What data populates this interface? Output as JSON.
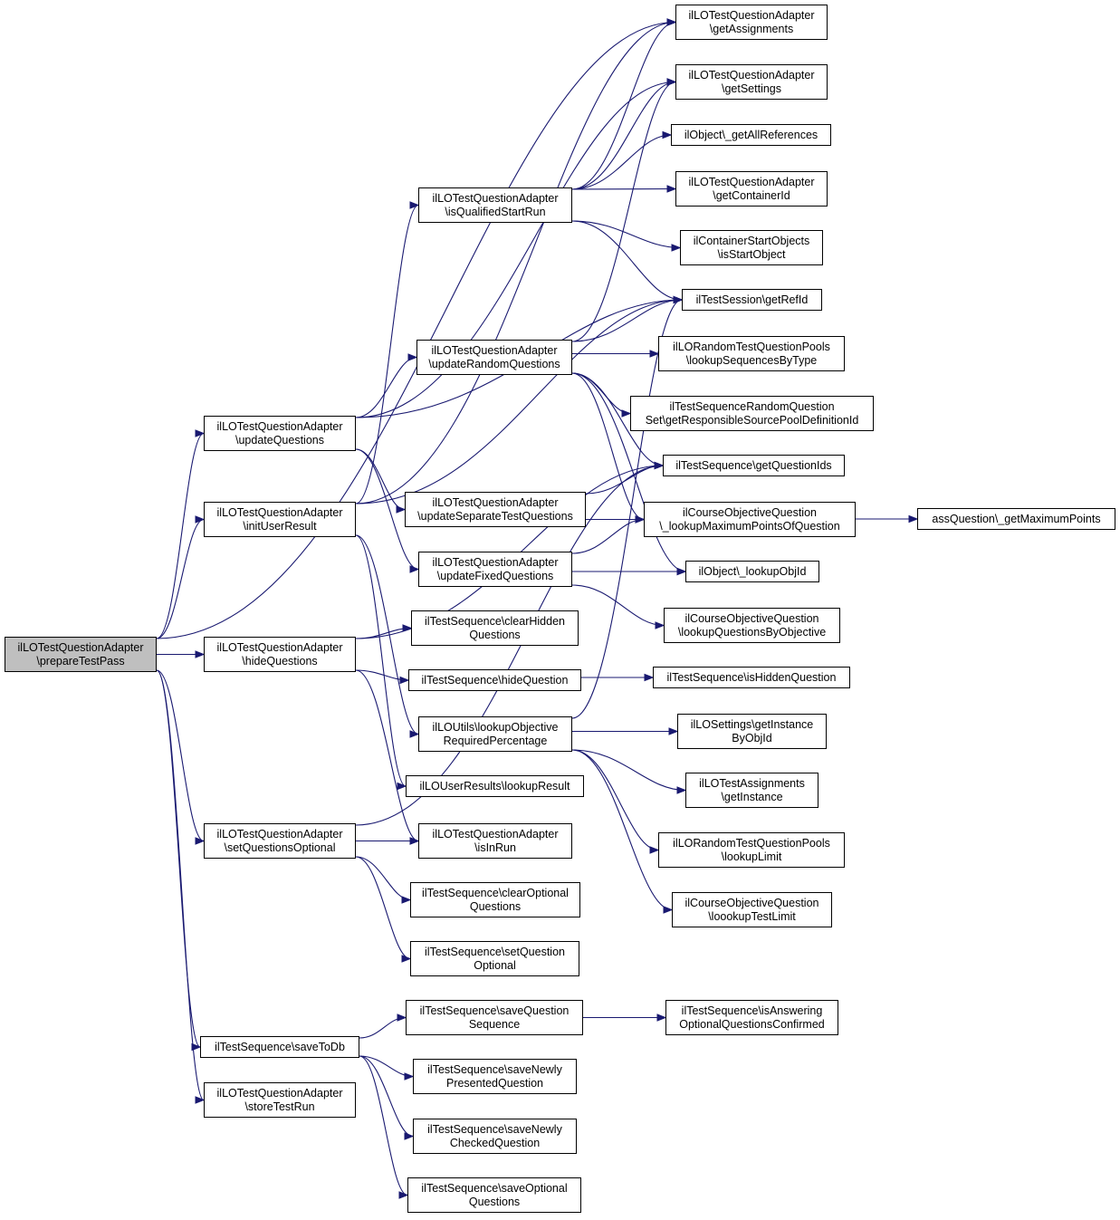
{
  "colors": {
    "edge": "#191970",
    "root_fill": "#bfbfbf",
    "node_fill": "#ffffff",
    "border": "#000000"
  },
  "nodes": {
    "prepareTestPass": {
      "lines": [
        "ilLOTestQuestionAdapter",
        "\\prepareTestPass"
      ],
      "root": true
    },
    "updateQuestions": {
      "lines": [
        "ilLOTestQuestionAdapter",
        "\\updateQuestions"
      ]
    },
    "initUserResult": {
      "lines": [
        "ilLOTestQuestionAdapter",
        "\\initUserResult"
      ]
    },
    "hideQuestions": {
      "lines": [
        "ilLOTestQuestionAdapter",
        "\\hideQuestions"
      ]
    },
    "setQuestionsOptional": {
      "lines": [
        "ilLOTestQuestionAdapter",
        "\\setQuestionsOptional"
      ]
    },
    "saveToDb": {
      "lines": [
        "ilTestSequence\\saveToDb"
      ]
    },
    "storeTestRun": {
      "lines": [
        "ilLOTestQuestionAdapter",
        "\\storeTestRun"
      ]
    },
    "isQualifiedStartRun": {
      "lines": [
        "ilLOTestQuestionAdapter",
        "\\isQualifiedStartRun"
      ]
    },
    "updateRandomQuestions": {
      "lines": [
        "ilLOTestQuestionAdapter",
        "\\updateRandomQuestions"
      ]
    },
    "updateSeparateTestQuestions": {
      "lines": [
        "ilLOTestQuestionAdapter",
        "\\updateSeparateTestQuestions"
      ]
    },
    "updateFixedQuestions": {
      "lines": [
        "ilLOTestQuestionAdapter",
        "\\updateFixedQuestions"
      ]
    },
    "clearHiddenQuestions": {
      "lines": [
        "ilTestSequence\\clearHidden",
        "Questions"
      ]
    },
    "hideQuestion": {
      "lines": [
        "ilTestSequence\\hideQuestion"
      ]
    },
    "lookupObjectiveRequiredPercentage": {
      "lines": [
        "ilLOUtils\\lookupObjective",
        "RequiredPercentage"
      ]
    },
    "lookupResult": {
      "lines": [
        "ilLOUserResults\\lookupResult"
      ]
    },
    "isInRun": {
      "lines": [
        "ilLOTestQuestionAdapter",
        "\\isInRun"
      ]
    },
    "clearOptionalQuestions": {
      "lines": [
        "ilTestSequence\\clearOptional",
        "Questions"
      ]
    },
    "setQuestionOptional": {
      "lines": [
        "ilTestSequence\\setQuestion",
        "Optional"
      ]
    },
    "saveQuestionSequence": {
      "lines": [
        "ilTestSequence\\saveQuestion",
        "Sequence"
      ]
    },
    "saveNewlyPresentedQuestion": {
      "lines": [
        "ilTestSequence\\saveNewly",
        "PresentedQuestion"
      ]
    },
    "saveNewlyCheckedQuestion": {
      "lines": [
        "ilTestSequence\\saveNewly",
        "CheckedQuestion"
      ]
    },
    "saveOptionalQuestions": {
      "lines": [
        "ilTestSequence\\saveOptional",
        "Questions"
      ]
    },
    "getAssignments": {
      "lines": [
        "ilLOTestQuestionAdapter",
        "\\getAssignments"
      ]
    },
    "getSettings": {
      "lines": [
        "ilLOTestQuestionAdapter",
        "\\getSettings"
      ]
    },
    "getAllReferences": {
      "lines": [
        "ilObject\\_getAllReferences"
      ]
    },
    "getContainerId": {
      "lines": [
        "ilLOTestQuestionAdapter",
        "\\getContainerId"
      ]
    },
    "isStartObject": {
      "lines": [
        "ilContainerStartObjects",
        "\\isStartObject"
      ]
    },
    "getRefId": {
      "lines": [
        "ilTestSession\\getRefId"
      ]
    },
    "lookupSequencesByType": {
      "lines": [
        "ilLORandomTestQuestionPools",
        "\\lookupSequencesByType"
      ]
    },
    "getResponsibleSourcePoolDefinitionId": {
      "lines": [
        "ilTestSequenceRandomQuestion",
        "Set\\getResponsibleSourcePoolDefinitionId"
      ]
    },
    "getQuestionIds": {
      "lines": [
        "ilTestSequence\\getQuestionIds"
      ]
    },
    "lookupMaximumPointsOfQuestion": {
      "lines": [
        "ilCourseObjectiveQuestion",
        "\\_lookupMaximumPointsOfQuestion"
      ]
    },
    "getMaximumPoints": {
      "lines": [
        "assQuestion\\_getMaximumPoints"
      ]
    },
    "lookupObjId": {
      "lines": [
        "ilObject\\_lookupObjId"
      ]
    },
    "lookupQuestionsByObjective": {
      "lines": [
        "ilCourseObjectiveQuestion",
        "\\lookupQuestionsByObjective"
      ]
    },
    "isHiddenQuestion": {
      "lines": [
        "ilTestSequence\\isHiddenQuestion"
      ]
    },
    "getInstanceByObjId": {
      "lines": [
        "ilLOSettings\\getInstance",
        "ByObjId"
      ]
    },
    "getInstance": {
      "lines": [
        "ilLOTestAssignments",
        "\\getInstance"
      ]
    },
    "lookupLimit": {
      "lines": [
        "ilLORandomTestQuestionPools",
        "\\lookupLimit"
      ]
    },
    "loookupTestLimit": {
      "lines": [
        "ilCourseObjectiveQuestion",
        "\\loookupTestLimit"
      ]
    },
    "isAnsweringOptionalQuestionsConfirmed": {
      "lines": [
        "ilTestSequence\\isAnswering",
        "OptionalQuestionsConfirmed"
      ]
    }
  },
  "edges": [
    [
      "prepareTestPass",
      "getAssignments"
    ],
    [
      "prepareTestPass",
      "updateQuestions"
    ],
    [
      "prepareTestPass",
      "initUserResult"
    ],
    [
      "prepareTestPass",
      "hideQuestions"
    ],
    [
      "prepareTestPass",
      "setQuestionsOptional"
    ],
    [
      "prepareTestPass",
      "saveToDb"
    ],
    [
      "prepareTestPass",
      "storeTestRun"
    ],
    [
      "updateQuestions",
      "getSettings"
    ],
    [
      "updateQuestions",
      "getRefId"
    ],
    [
      "updateQuestions",
      "updateRandomQuestions"
    ],
    [
      "updateQuestions",
      "updateSeparateTestQuestions"
    ],
    [
      "updateQuestions",
      "updateFixedQuestions"
    ],
    [
      "initUserResult",
      "getAssignments"
    ],
    [
      "initUserResult",
      "isQualifiedStartRun"
    ],
    [
      "initUserResult",
      "getRefId"
    ],
    [
      "initUserResult",
      "lookupObjectiveRequiredPercentage"
    ],
    [
      "initUserResult",
      "lookupResult"
    ],
    [
      "hideQuestions",
      "getQuestionIds"
    ],
    [
      "hideQuestions",
      "clearHiddenQuestions"
    ],
    [
      "hideQuestions",
      "hideQuestion"
    ],
    [
      "hideQuestions",
      "isInRun"
    ],
    [
      "setQuestionsOptional",
      "getQuestionIds"
    ],
    [
      "setQuestionsOptional",
      "isInRun"
    ],
    [
      "setQuestionsOptional",
      "clearOptionalQuestions"
    ],
    [
      "setQuestionsOptional",
      "setQuestionOptional"
    ],
    [
      "saveToDb",
      "saveQuestionSequence"
    ],
    [
      "saveToDb",
      "saveNewlyPresentedQuestion"
    ],
    [
      "saveToDb",
      "saveNewlyCheckedQuestion"
    ],
    [
      "saveToDb",
      "saveOptionalQuestions"
    ],
    [
      "isQualifiedStartRun",
      "getAssignments"
    ],
    [
      "isQualifiedStartRun",
      "getSettings"
    ],
    [
      "isQualifiedStartRun",
      "getAllReferences"
    ],
    [
      "isQualifiedStartRun",
      "getContainerId"
    ],
    [
      "isQualifiedStartRun",
      "isStartObject"
    ],
    [
      "isQualifiedStartRun",
      "getRefId"
    ],
    [
      "updateRandomQuestions",
      "getSettings"
    ],
    [
      "updateRandomQuestions",
      "getRefId"
    ],
    [
      "updateRandomQuestions",
      "lookupSequencesByType"
    ],
    [
      "updateRandomQuestions",
      "getResponsibleSourcePoolDefinitionId"
    ],
    [
      "updateRandomQuestions",
      "getQuestionIds"
    ],
    [
      "updateRandomQuestions",
      "lookupMaximumPointsOfQuestion"
    ],
    [
      "updateRandomQuestions",
      "lookupObjId"
    ],
    [
      "updateSeparateTestQuestions",
      "getQuestionIds"
    ],
    [
      "updateSeparateTestQuestions",
      "lookupMaximumPointsOfQuestion"
    ],
    [
      "updateFixedQuestions",
      "lookupMaximumPointsOfQuestion"
    ],
    [
      "updateFixedQuestions",
      "lookupObjId"
    ],
    [
      "updateFixedQuestions",
      "lookupQuestionsByObjective"
    ],
    [
      "lookupMaximumPointsOfQuestion",
      "getMaximumPoints"
    ],
    [
      "hideQuestion",
      "isHiddenQuestion"
    ],
    [
      "lookupObjectiveRequiredPercentage",
      "getRefId"
    ],
    [
      "lookupObjectiveRequiredPercentage",
      "getInstanceByObjId"
    ],
    [
      "lookupObjectiveRequiredPercentage",
      "getInstance"
    ],
    [
      "lookupObjectiveRequiredPercentage",
      "lookupLimit"
    ],
    [
      "lookupObjectiveRequiredPercentage",
      "loookupTestLimit"
    ],
    [
      "saveQuestionSequence",
      "isAnsweringOptionalQuestionsConfirmed"
    ]
  ]
}
